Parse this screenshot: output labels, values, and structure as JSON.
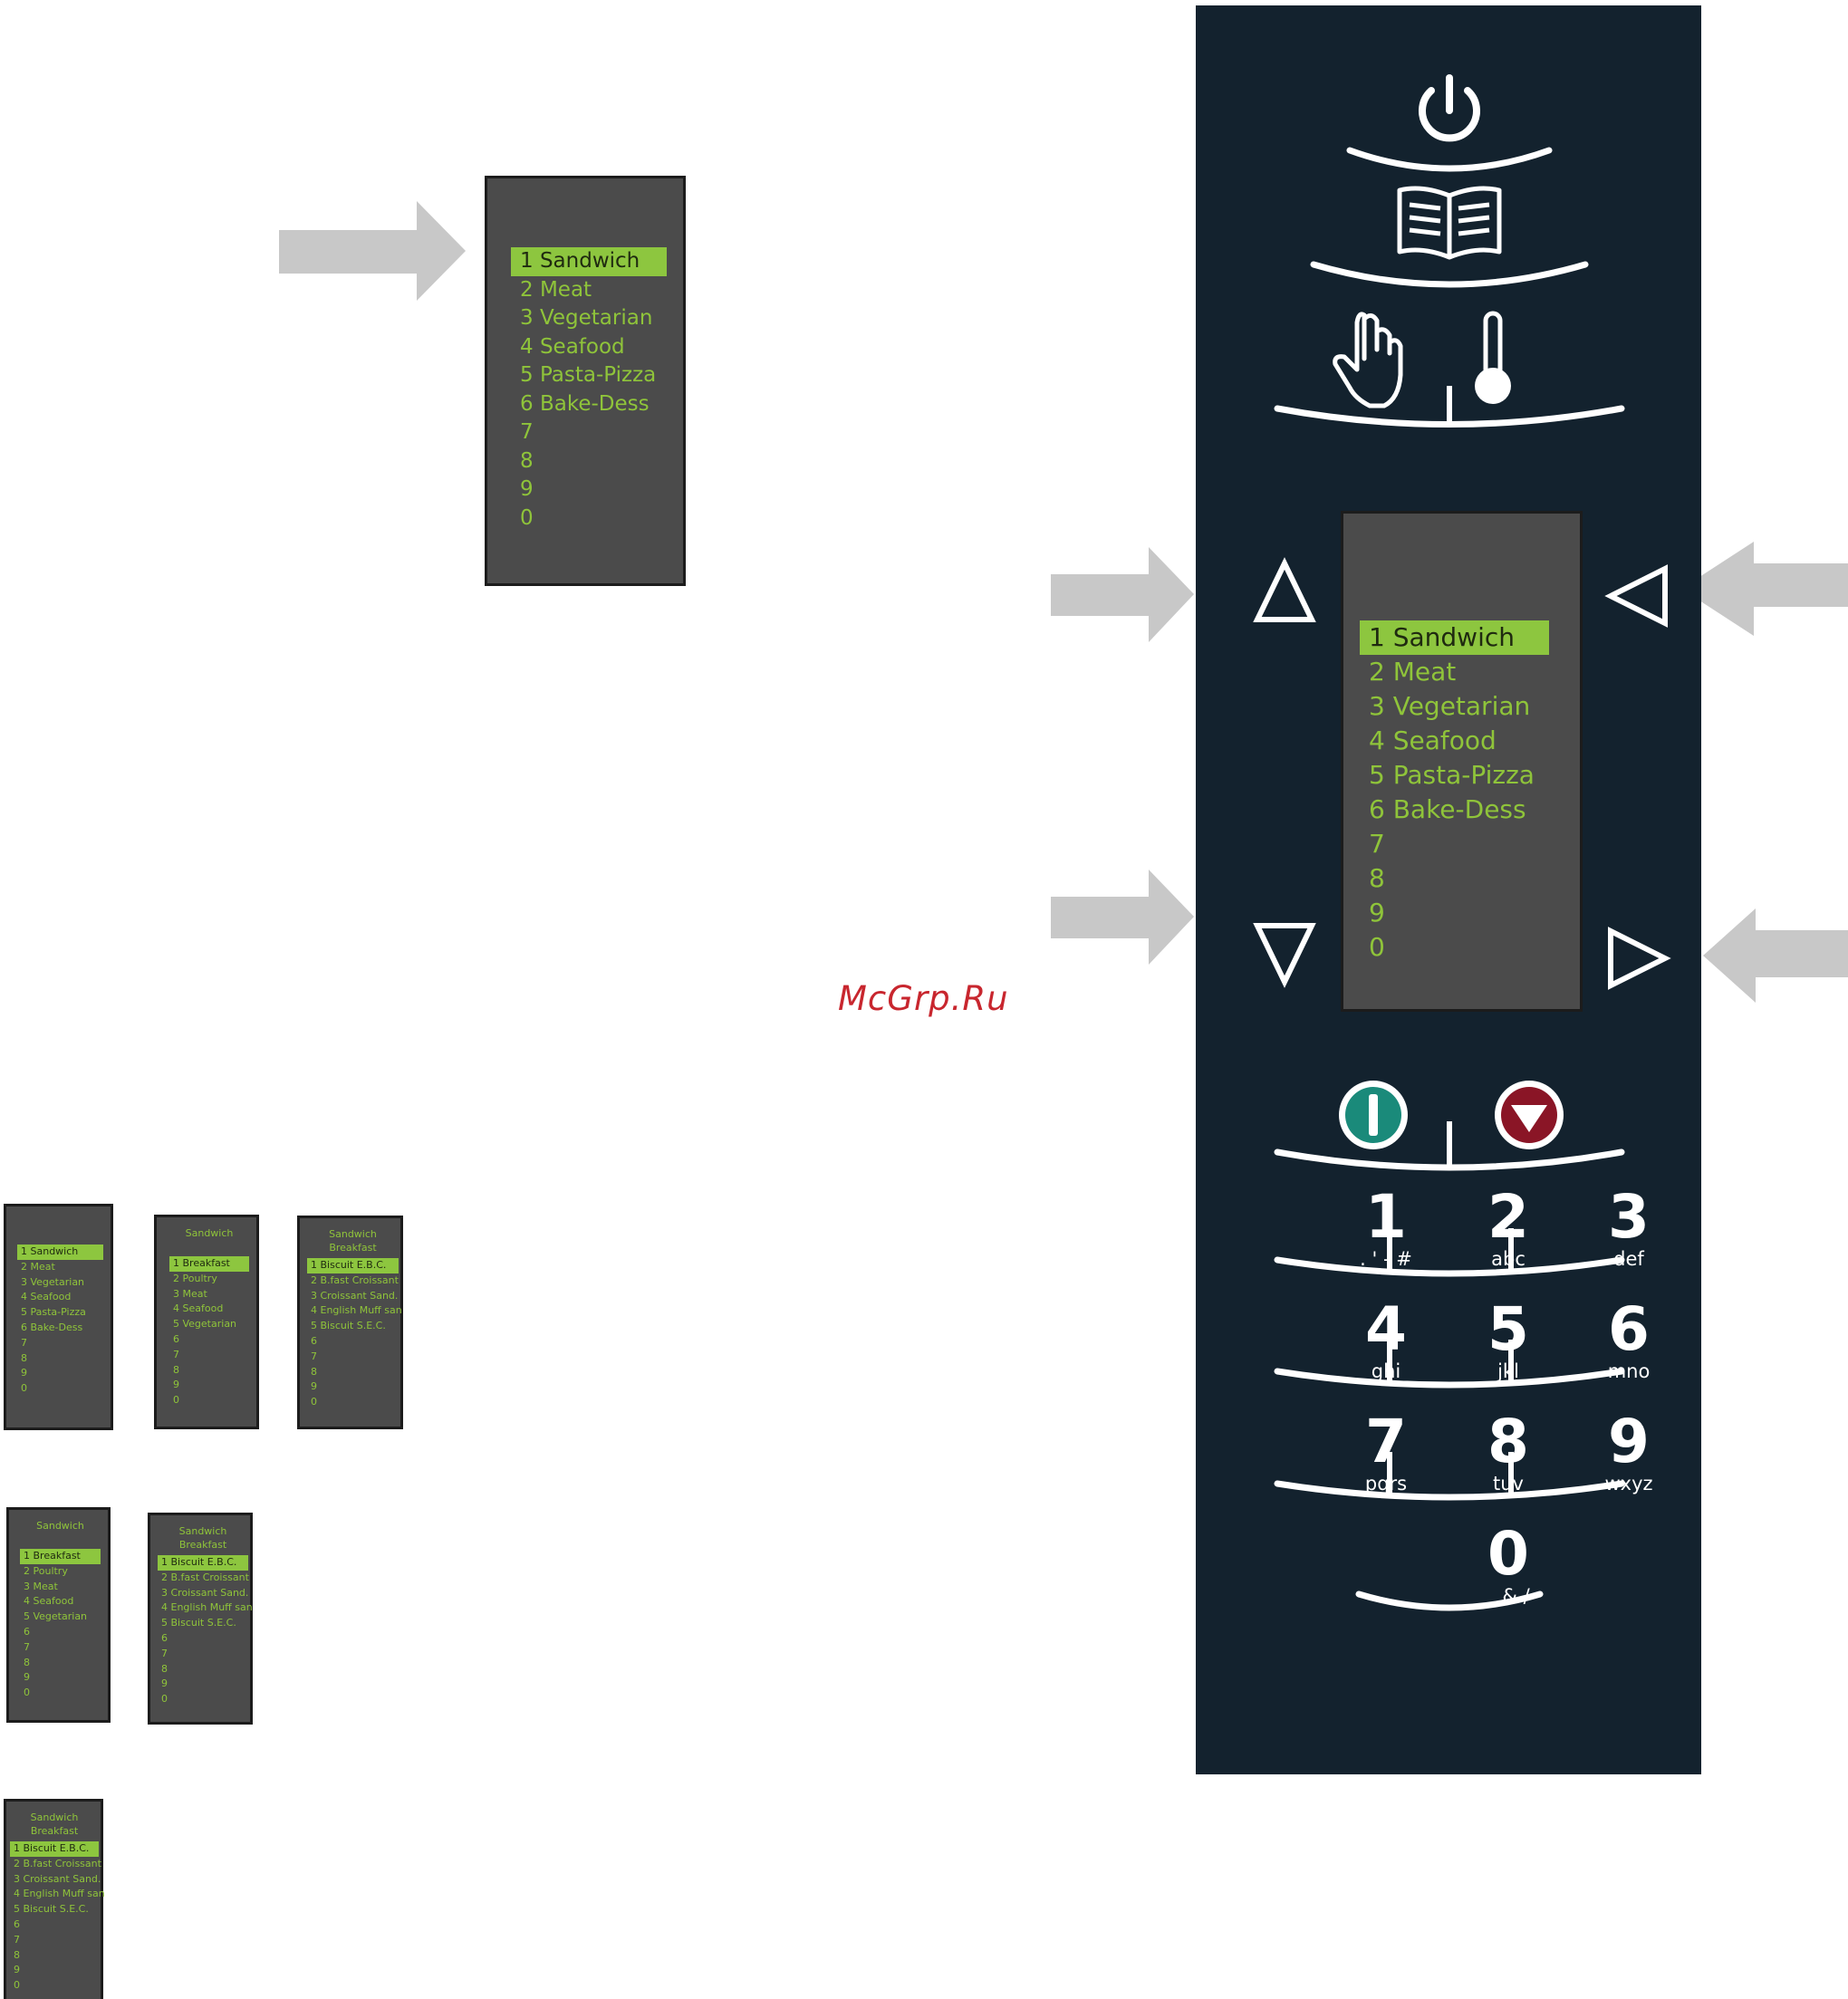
{
  "watermark": "McGrp.Ru",
  "main_display": {
    "items": [
      "1 Sandwich",
      "2 Meat",
      "3 Vegetarian",
      "4 Seafood",
      "5 Pasta-Pizza",
      "6 Bake-Dess",
      "7",
      "8",
      "9",
      "0"
    ],
    "selected_index": 0
  },
  "panel_display": {
    "items": [
      "1 Sandwich",
      "2 Meat",
      "3 Vegetarian",
      "4 Seafood",
      "5 Pasta-Pizza",
      "6 Bake-Dess",
      "7",
      "8",
      "9",
      "0"
    ],
    "selected_index": 0
  },
  "thumbnails": {
    "t1": {
      "header": [],
      "items": [
        "1 Sandwich",
        "2 Meat",
        "3 Vegetarian",
        "4 Seafood",
        "5 Pasta-Pizza",
        "6 Bake-Dess",
        "7",
        "8",
        "9",
        "0"
      ]
    },
    "t2": {
      "header": [
        "Sandwich"
      ],
      "items": [
        "1 Breakfast",
        "2 Poultry",
        "3 Meat",
        "4 Seafood",
        "5 Vegetarian",
        "6",
        "7",
        "8",
        "9",
        "0"
      ]
    },
    "t3": {
      "header": [
        "Sandwich",
        "Breakfast"
      ],
      "items": [
        "1 Biscuit E.B.C.",
        "2 B.fast Croissant",
        "3 Croissant Sand.",
        "4 English Muff san",
        "5 Biscuit S.E.C.",
        "6",
        "7",
        "8",
        "9",
        "0"
      ]
    },
    "t4": {
      "header": [
        "Sandwich"
      ],
      "items": [
        "1 Breakfast",
        "2 Poultry",
        "3 Meat",
        "4 Seafood",
        "5 Vegetarian",
        "6",
        "7",
        "8",
        "9",
        "0"
      ]
    },
    "t5": {
      "header": [
        "Sandwich",
        "Breakfast"
      ],
      "items": [
        "1 Biscuit E.B.C.",
        "2 B.fast Croissant",
        "3 Croissant Sand.",
        "4 English Muff san",
        "5 Biscuit S.E.C.",
        "6",
        "7",
        "8",
        "9",
        "0"
      ]
    },
    "t6": {
      "header": [
        "Sandwich",
        "Breakfast"
      ],
      "items": [
        "1 Biscuit E.B.C.",
        "2 B.fast Croissant",
        "3 Croissant Sand.",
        "4 English Muff san",
        "5 Biscuit S.E.C.",
        "6",
        "7",
        "8",
        "9",
        "0"
      ]
    }
  },
  "keypad": [
    {
      "digit": "1",
      "letters": ". ' - #"
    },
    {
      "digit": "2",
      "letters": "abc"
    },
    {
      "digit": "3",
      "letters": "def"
    },
    {
      "digit": "4",
      "letters": "ghi"
    },
    {
      "digit": "5",
      "letters": "jkl"
    },
    {
      "digit": "6",
      "letters": "mno"
    },
    {
      "digit": "7",
      "letters": "pqrs"
    },
    {
      "digit": "8",
      "letters": "tuv"
    },
    {
      "digit": "9",
      "letters": "wxyz"
    },
    {
      "digit": "0",
      "letters": "_ & /"
    }
  ],
  "icons": {
    "power": "power-icon",
    "book": "book-icon",
    "hand": "hand-icon",
    "thermometer": "thermometer-icon",
    "start": "start-icon",
    "stop": "stop-icon",
    "up": "up-arrow-icon",
    "down": "down-arrow-icon",
    "left": "left-arrow-icon",
    "right": "right-arrow-icon"
  },
  "colors": {
    "panel": "#13222e",
    "screen": "#4b4b4b",
    "highlight": "#8dc63f",
    "text_green": "#8fc43a",
    "start_button": "#1a8a7a",
    "stop_button": "#8a1526",
    "pointer_arrow": "#c8c8c8"
  }
}
